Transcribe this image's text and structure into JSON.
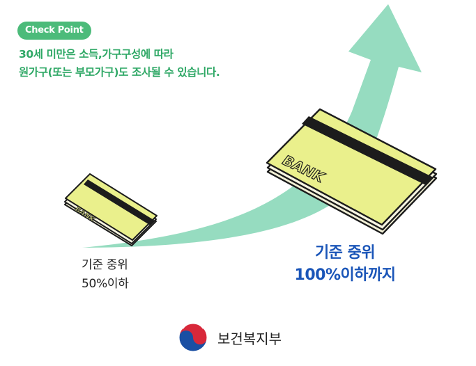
{
  "check_badge": "Check Point",
  "notice": {
    "line1": "30세 미만은 소득,가구구성에 따라",
    "line2": "원가구(또는 부모가구)도 조사될 수 있습니다."
  },
  "small_card": {
    "brand": "BANK"
  },
  "large_card": {
    "brand": "BANK"
  },
  "small_label": {
    "line1": "기준 중위",
    "line2": "50%이하"
  },
  "big_label": {
    "line1": "기준 중위",
    "line2": "100%이하까지"
  },
  "ministry": {
    "name": "보건복지부"
  },
  "colors": {
    "arrow": "#96dcc0",
    "card_fill": "#eaf08c",
    "card_stripe": "#1c1c1c",
    "badge": "#4cbb7a",
    "notice_text": "#2fa866",
    "big_label_text": "#1a55b8"
  }
}
